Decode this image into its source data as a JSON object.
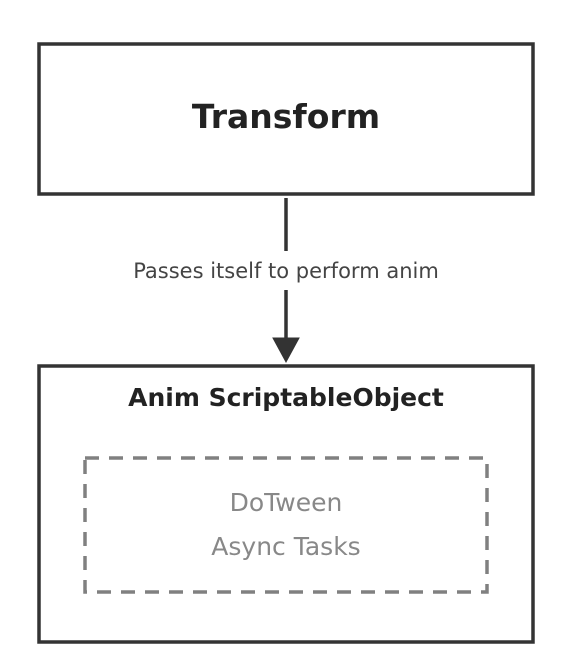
{
  "nodes": {
    "transform": {
      "label": "Transform"
    },
    "anim": {
      "label": "Anim ScriptableObject",
      "inner": {
        "line1": "DoTween",
        "line2": "Async Tasks"
      }
    }
  },
  "edge": {
    "label": "Passes itself to perform anim"
  },
  "colors": {
    "stroke": "#333333",
    "dashed": "#808080",
    "muted_text": "#888888"
  }
}
